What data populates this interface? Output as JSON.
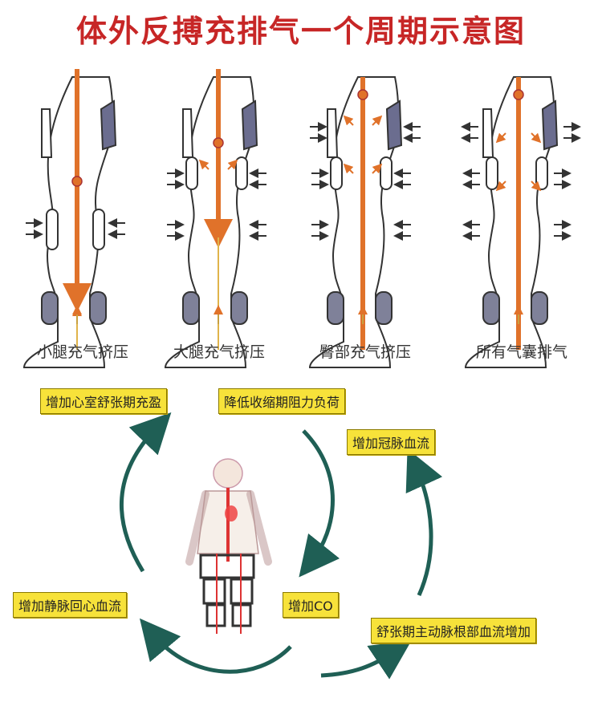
{
  "title": "体外反搏充排气一个周期示意图",
  "legs": [
    {
      "caption": "小腿充气挤压"
    },
    {
      "caption": "大腿充气挤压"
    },
    {
      "caption": "臀部充气挤压"
    },
    {
      "caption": "所有气囊排气"
    }
  ],
  "cycle": {
    "top_left": "增加心室舒张期充盈",
    "top_mid": "降低收缩期阻力负荷",
    "right_upper": "增加冠脉血流",
    "left_mid": "增加静脉回心血流",
    "center": "增加CO",
    "right_lower": "舒张期主动脉根部血流增加"
  },
  "colors": {
    "title": "#c72626",
    "artery": "#e0722a",
    "cuff": "#5a5c7a",
    "tag_bg": "#f7e23a",
    "cycle_arrow": "#1f5f55"
  }
}
